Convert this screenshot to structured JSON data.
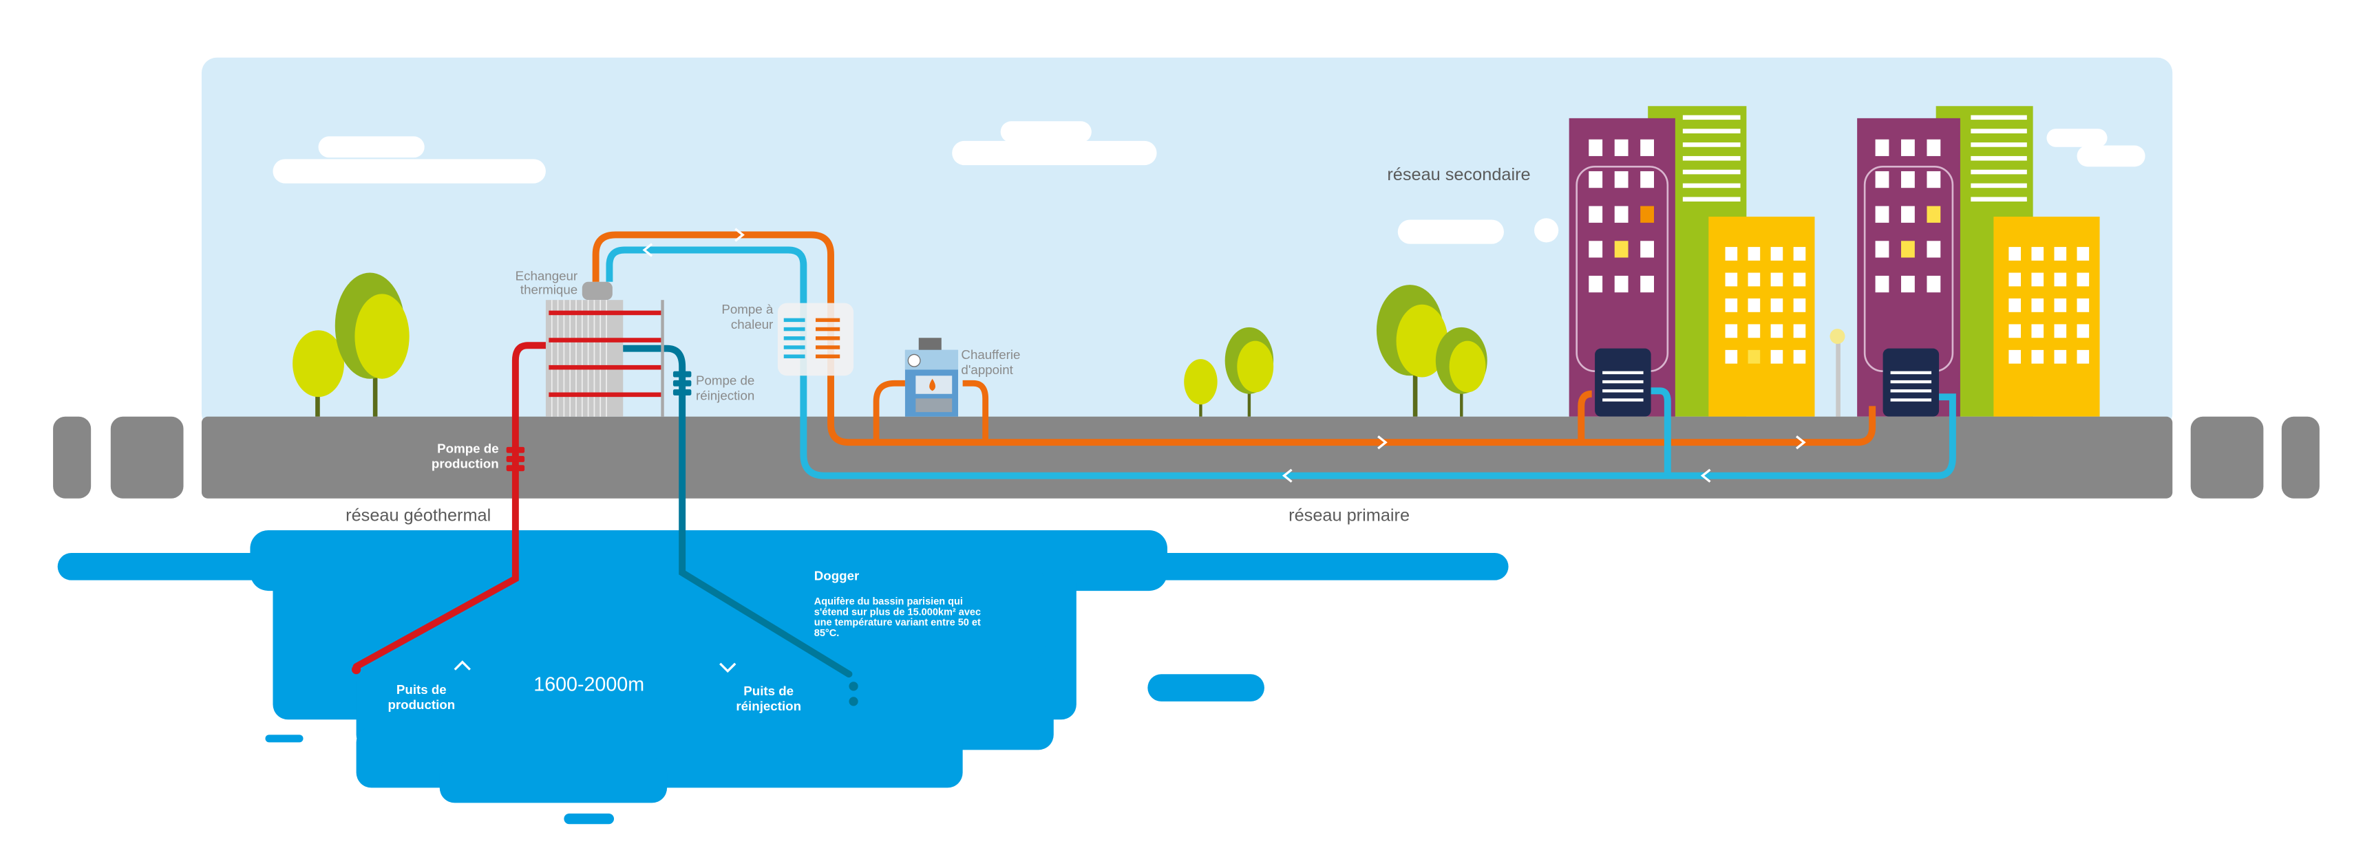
{
  "labels": {
    "echangeur": [
      "Echangeur",
      "thermique"
    ],
    "pompe_chaleur": [
      "Pompe à",
      "chaleur"
    ],
    "pompe_reinjection": [
      "Pompe de",
      "réinjection"
    ],
    "chaufferie": [
      "Chaufferie",
      "d'appoint"
    ],
    "reseau_secondaire": "réseau secondaire",
    "pompe_production": [
      "Pompe de",
      "production"
    ],
    "reseau_geothermal": "réseau géothermal",
    "reseau_primaire": "réseau primaire",
    "dogger_title": "Dogger",
    "dogger_text": [
      "Aquifère du bassin parisien qui",
      "s'étend sur plus de 15.000km² avec",
      "une température variant entre 50 et",
      "85°C."
    ],
    "puits_production": [
      "Puits de",
      "production"
    ],
    "depth": "1600-2000m",
    "puits_reinjection": [
      "Puits de",
      "réinjection"
    ]
  },
  "colors": {
    "sky": "#d6ecf9",
    "ground": "#878787",
    "water": "#009fe3",
    "hot_primary": "#ee6c0e",
    "cold_primary": "#25b7e0",
    "geo_hot": "#d7191c",
    "geo_cold": "#00789a",
    "purple": "#8e3a6f",
    "green": "#9dc21a",
    "yellow": "#fcc200"
  }
}
